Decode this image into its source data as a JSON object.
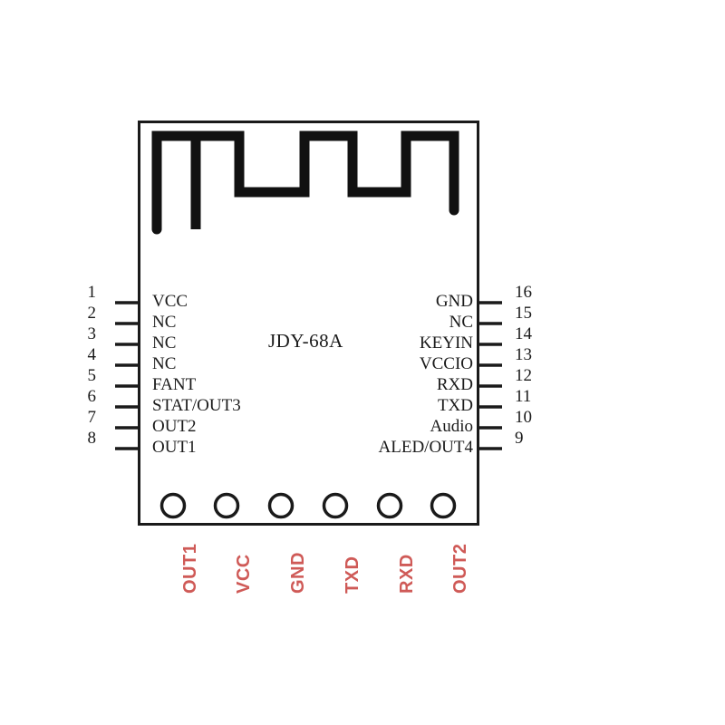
{
  "chip": {
    "name": "JDY-68A",
    "outline_color": "#1a1a1a",
    "trace_color": "#111111",
    "pad_label_color": "#cf5a57"
  },
  "left_pins": [
    {
      "number": "1",
      "label": "VCC"
    },
    {
      "number": "2",
      "label": "NC"
    },
    {
      "number": "3",
      "label": "NC"
    },
    {
      "number": "4",
      "label": "NC"
    },
    {
      "number": "5",
      "label": "FANT"
    },
    {
      "number": "6",
      "label": "STAT/OUT3"
    },
    {
      "number": "7",
      "label": "OUT2"
    },
    {
      "number": "8",
      "label": "OUT1"
    }
  ],
  "right_pins": [
    {
      "number": "16",
      "label": "GND"
    },
    {
      "number": "15",
      "label": "NC"
    },
    {
      "number": "14",
      "label": "KEYIN"
    },
    {
      "number": "13",
      "label": "VCCIO"
    },
    {
      "number": "12",
      "label": "RXD"
    },
    {
      "number": "11",
      "label": "TXD"
    },
    {
      "number": "10",
      "label": "Audio"
    },
    {
      "number": "9",
      "label": "ALED/OUT4"
    }
  ],
  "bottom_pads": [
    {
      "label": "OUT1"
    },
    {
      "label": "VCC"
    },
    {
      "label": "GND"
    },
    {
      "label": "TXD"
    },
    {
      "label": "RXD"
    },
    {
      "label": "OUT2"
    }
  ]
}
